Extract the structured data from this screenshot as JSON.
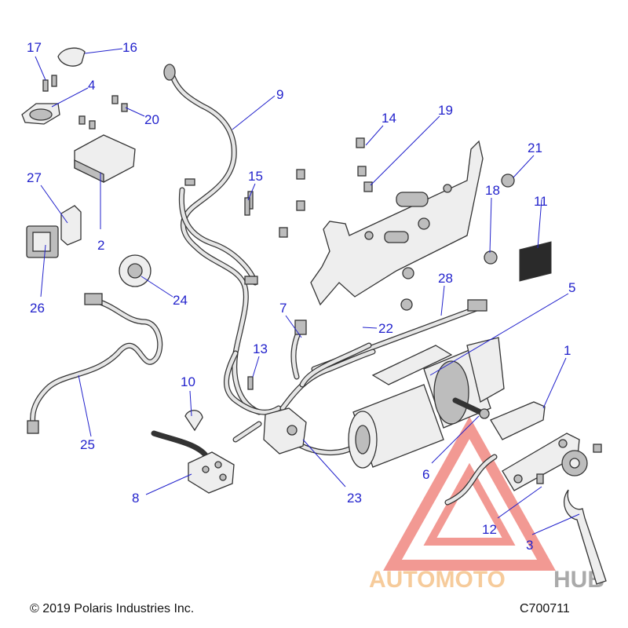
{
  "diagram": {
    "callouts": [
      "1",
      "2",
      "3",
      "4",
      "5",
      "6",
      "7",
      "8",
      "9",
      "10",
      "11",
      "12",
      "13",
      "14",
      "15",
      "16",
      "17",
      "18",
      "19",
      "20",
      "21",
      "22",
      "23",
      "24",
      "25",
      "26",
      "27",
      "28"
    ]
  },
  "footer": {
    "copyright": "© 2019 Polaris Industries Inc.",
    "diagram_code": "C700711"
  },
  "watermark": {
    "brand_a": "AUTOMOTO",
    "brand_b": "HUB"
  },
  "colors": {
    "callout": "#2222cc",
    "line_art": "#333333",
    "watermark_red": "#e8463b",
    "watermark_orange": "#f0a24a",
    "watermark_gray": "#666666"
  }
}
